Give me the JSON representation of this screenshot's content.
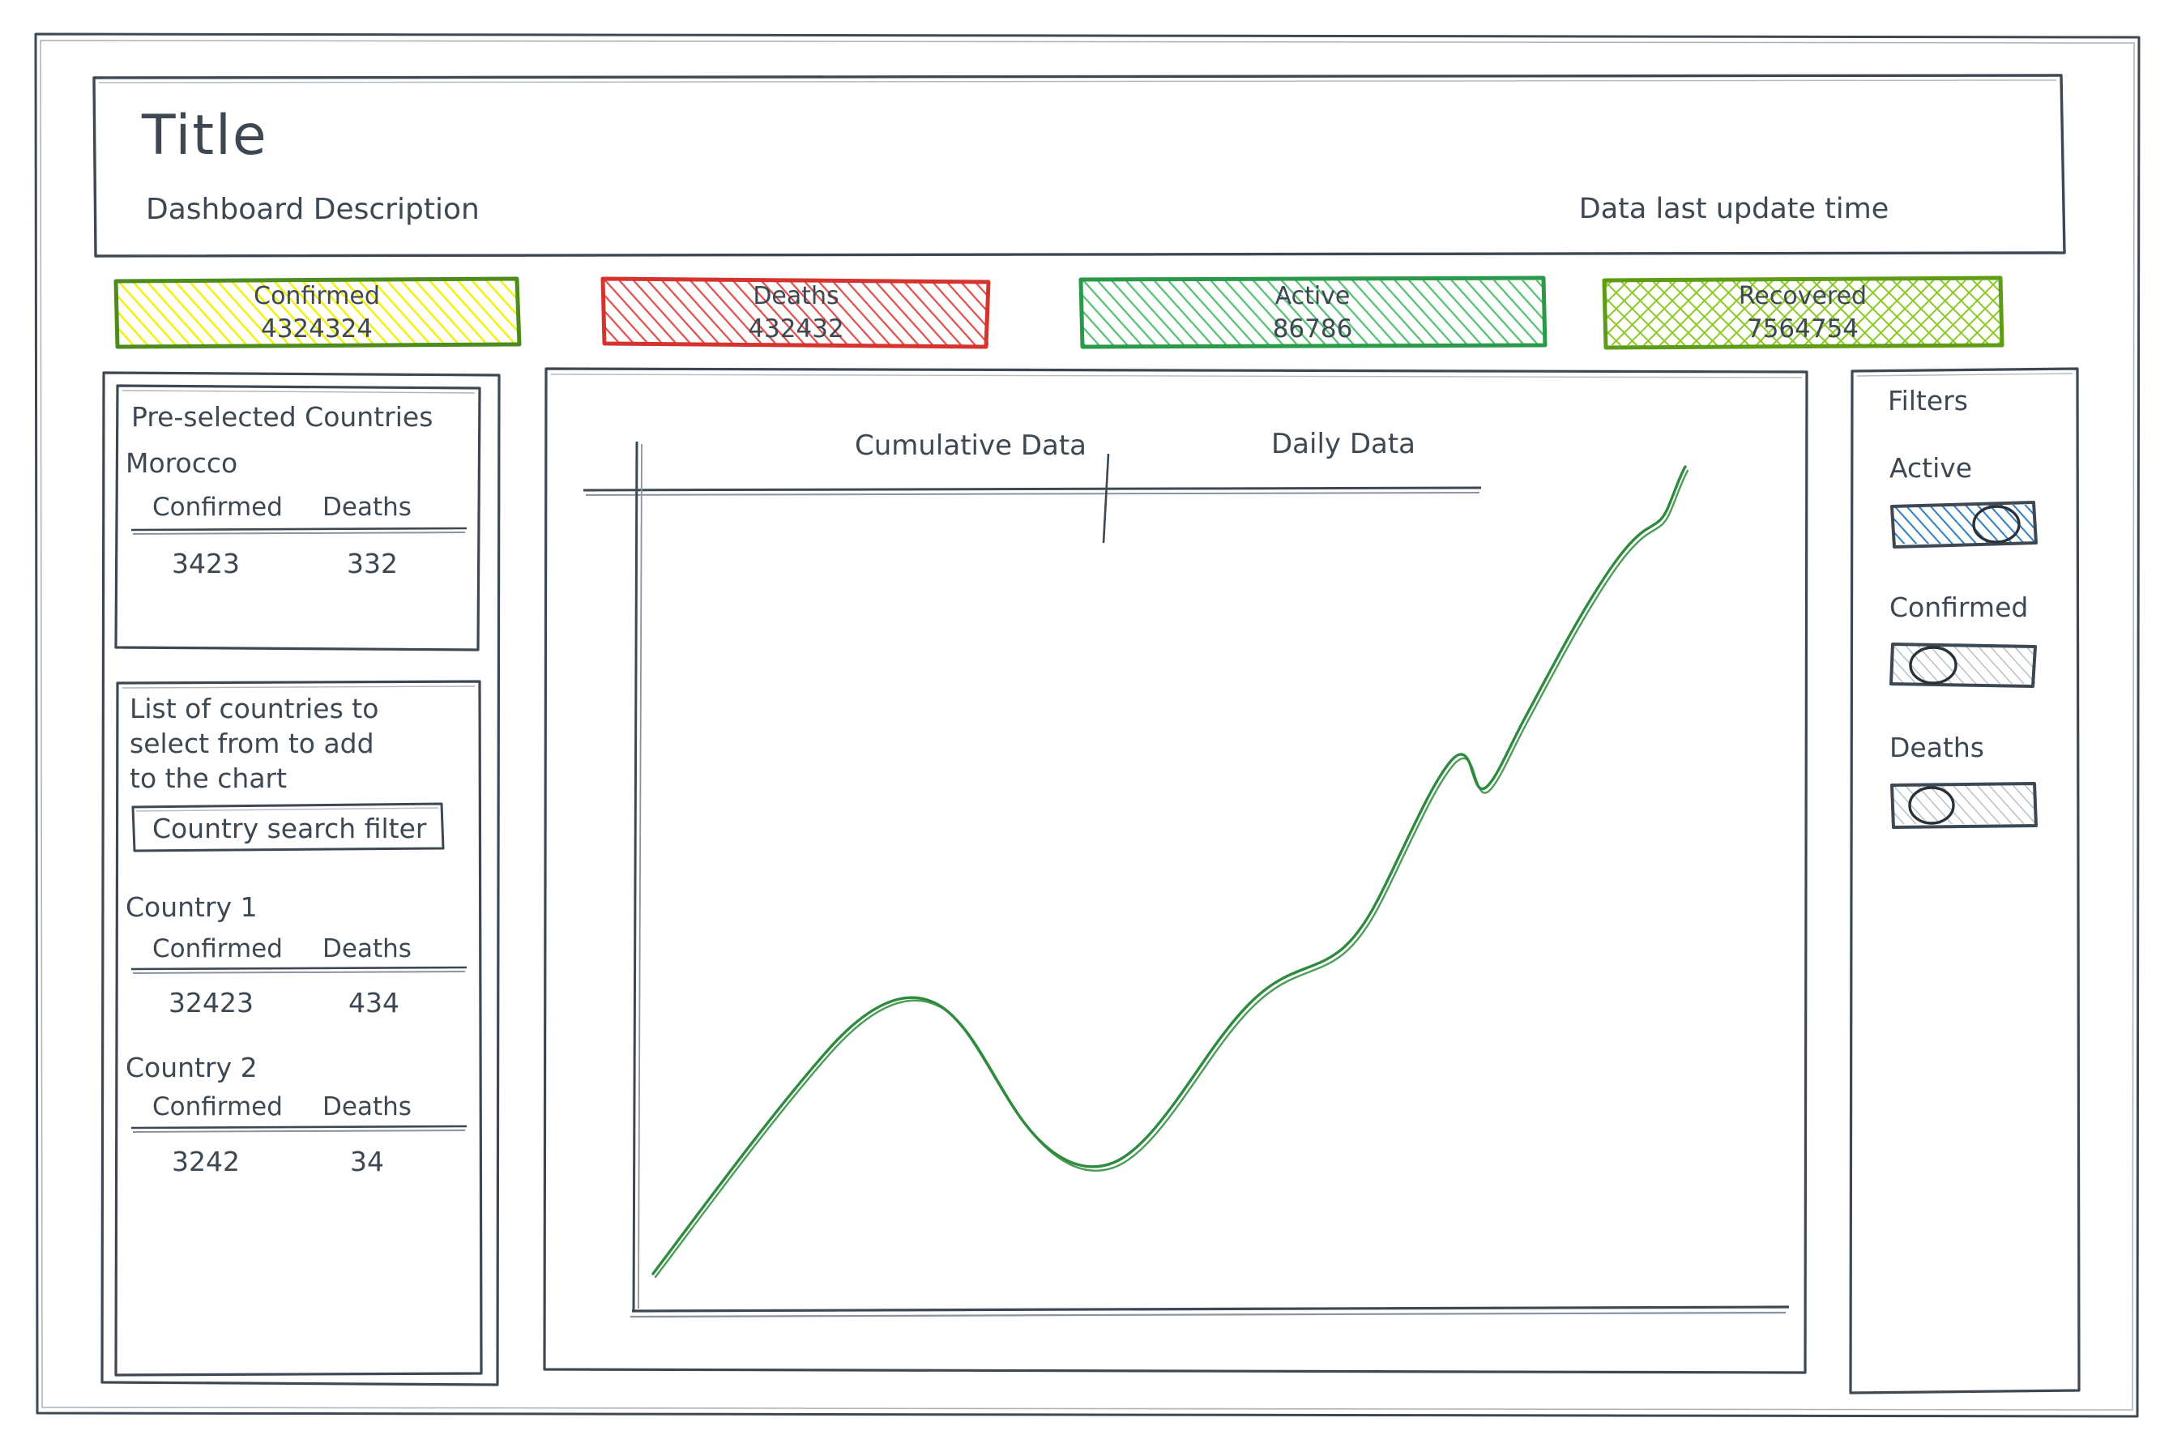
{
  "header": {
    "title": "Title",
    "subtitle": "Dashboard Description",
    "update_time": "Data last update time"
  },
  "stats": [
    {
      "label": "Confirmed",
      "value": "4324324",
      "color": "#4e8b1f",
      "fill": "#f2f20c",
      "pattern": "diagonal"
    },
    {
      "label": "Deaths",
      "value": "432432",
      "color": "#d7332e",
      "fill": "#e0514c",
      "pattern": "diagonal"
    },
    {
      "label": "Active",
      "value": "86786",
      "color": "#2a9a4a",
      "fill": "#55c173",
      "pattern": "diagonal"
    },
    {
      "label": "Recovered",
      "value": "7564754",
      "color": "#5f9c16",
      "fill": "#8bc926",
      "pattern": "cross"
    }
  ],
  "sidebar": {
    "preselected": {
      "title": "Pre-selected Countries",
      "country": "Morocco",
      "columns": [
        "Confirmed",
        "Deaths"
      ],
      "values": [
        "3423",
        "332"
      ]
    },
    "country_list": {
      "description_lines": [
        "List of countries to",
        "select from to add",
        "to the chart"
      ],
      "search_placeholder": "Country search filter",
      "countries": [
        {
          "name": "Country 1",
          "columns": [
            "Confirmed",
            "Deaths"
          ],
          "values": [
            "32423",
            "434"
          ]
        },
        {
          "name": "Country 2",
          "columns": [
            "Confirmed",
            "Deaths"
          ],
          "values": [
            "3242",
            "34"
          ]
        }
      ]
    }
  },
  "chart": {
    "tabs": [
      {
        "label": "Cumulative Data",
        "active": true
      },
      {
        "label": "Daily Data",
        "active": false
      }
    ]
  },
  "filters": {
    "title": "Filters",
    "items": [
      {
        "label": "Active",
        "on": true,
        "color": "#2f7fc4"
      },
      {
        "label": "Confirmed",
        "on": false,
        "color": "#9aa3ad"
      },
      {
        "label": "Deaths",
        "on": false,
        "color": "#9aa3ad"
      }
    ]
  },
  "chart_data": {
    "type": "line",
    "title": "",
    "xlabel": "",
    "ylabel": "",
    "series": [
      {
        "name": "Active",
        "color": "#2e8b3d",
        "x": [
          0,
          5,
          10,
          15,
          20,
          25,
          30,
          35,
          40,
          45,
          50,
          55,
          60,
          65,
          70,
          75,
          80,
          85,
          90,
          95,
          100
        ],
        "y": [
          2,
          10,
          19,
          27,
          33,
          34,
          31,
          26,
          23,
          22,
          24,
          30,
          38,
          44,
          47,
          51,
          58,
          66,
          63,
          78,
          90
        ]
      }
    ],
    "xlim": [
      0,
      100
    ],
    "ylim": [
      0,
      100
    ],
    "grid": false,
    "legend": "none"
  }
}
